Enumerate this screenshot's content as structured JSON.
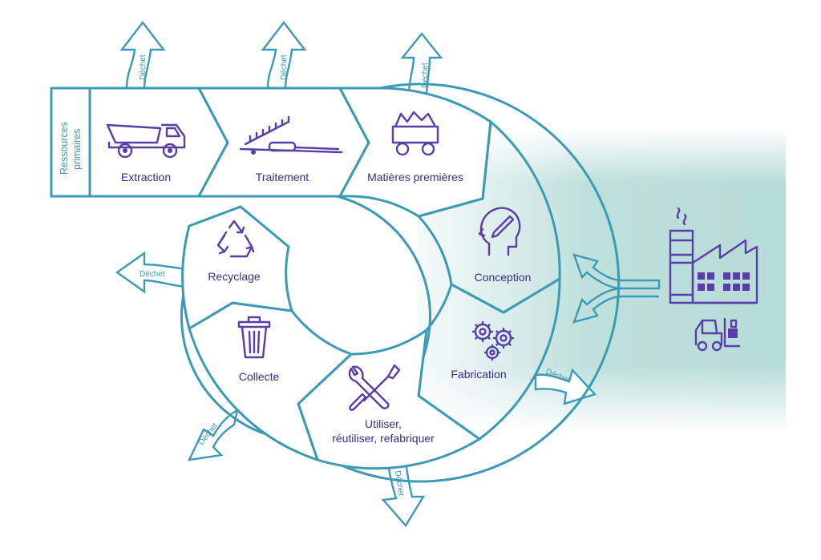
{
  "diagram": {
    "side_label_line1": "Ressources",
    "side_label_line2": "primaires",
    "stages": {
      "extraction": "Extraction",
      "traitement": "Traitement",
      "matieres": "Matières premières",
      "conception": "Conception",
      "fabrication": "Fabrication",
      "utiliser_line1": "Utiliser,",
      "utiliser_line2": "réutiliser, refabriquer",
      "collecte": "Collecte",
      "recyclage": "Recyclage"
    },
    "waste_label": "Déchet",
    "icons": {
      "extraction": "dump-truck-icon",
      "traitement": "conveyor-icon",
      "matieres": "ore-cart-icon",
      "conception": "head-pencil-icon",
      "fabrication": "gears-icon",
      "utiliser": "wrench-screwdriver-icon",
      "collecte": "trash-bin-icon",
      "recyclage": "recycle-icon",
      "industry": "factory-icon",
      "logistics": "forklift-icon"
    },
    "colors": {
      "outline": "#3b9ab5",
      "icon": "#5a3ea8",
      "text": "#3b2b8c",
      "glow": "#a9d6d0"
    }
  }
}
